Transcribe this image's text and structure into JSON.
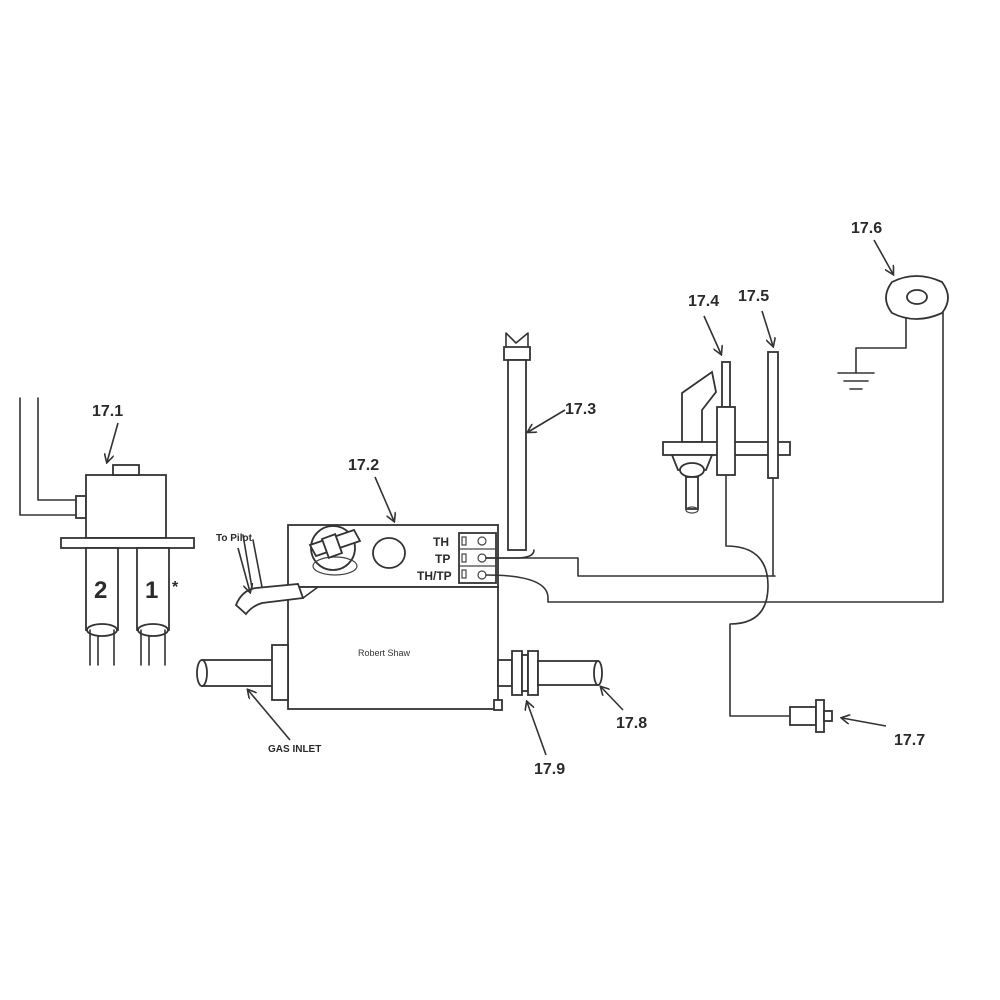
{
  "callouts": {
    "c171": "17.1",
    "c172": "17.2",
    "c173": "17.3",
    "c174": "17.4",
    "c175": "17.5",
    "c176": "17.6",
    "c177": "17.7",
    "c178": "17.8",
    "c179": "17.9"
  },
  "labels": {
    "to_pilot": "To Pilot",
    "gas_inlet": "GAS INLET",
    "brand": "Robert Shaw",
    "th": "TH",
    "tp": "TP",
    "thtp": "TH/TP",
    "burner_2": "2",
    "burner_1": "1",
    "asterisk": "*"
  }
}
